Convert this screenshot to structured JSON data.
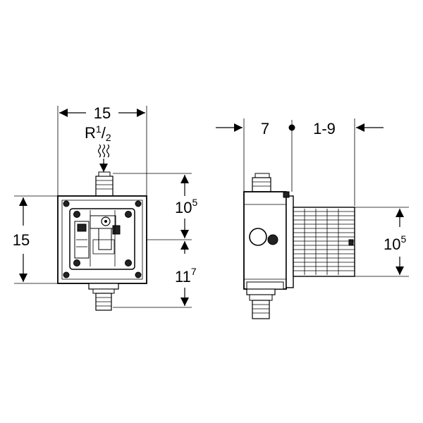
{
  "front_view": {
    "width_dim": "15",
    "thread_main": "R",
    "thread_num": "1",
    "thread_sep": "/",
    "thread_den": "2",
    "height_dim": "15",
    "upper_main": "10",
    "upper_sup": "5",
    "lower_main": "11",
    "lower_sup": "7"
  },
  "side_view": {
    "depth_dim": "7",
    "adjust_dim": "1-9",
    "height_main": "10",
    "height_sup": "5"
  }
}
